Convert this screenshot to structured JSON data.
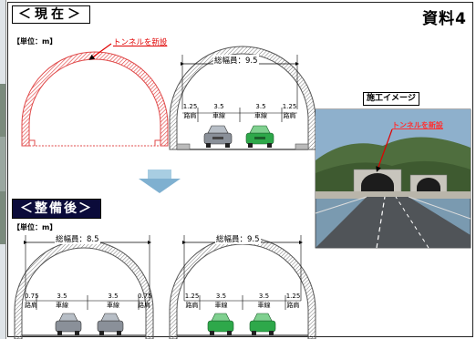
{
  "header": {
    "current_label": "＜現在＞",
    "after_label": "＜整備後＞",
    "doc_label": "資料4",
    "unit_label": "【単位：m】"
  },
  "current": {
    "new_tunnel_note": "トンネルを新設",
    "existing_total": "総幅員：9.5",
    "lanes": [
      {
        "width": "1.25",
        "name": "路肩"
      },
      {
        "width": "3.5",
        "name": "車線"
      },
      {
        "width": "3.5",
        "name": "車線"
      },
      {
        "width": "1.25",
        "name": "路肩"
      }
    ]
  },
  "after": {
    "left_total": "総幅員：8.5",
    "right_total": "総幅員：9.5",
    "left_lanes": [
      {
        "width": "0.75",
        "name": "路肩"
      },
      {
        "width": "3.5",
        "name": "車線"
      },
      {
        "width": "3.5",
        "name": "車線"
      },
      {
        "width": "0.75",
        "name": "路肩"
      }
    ],
    "right_lanes": [
      {
        "width": "1.25",
        "name": "路肩"
      },
      {
        "width": "3.5",
        "name": "車線"
      },
      {
        "width": "3.5",
        "name": "車線"
      },
      {
        "width": "1.25",
        "name": "路肩"
      }
    ]
  },
  "construction_image": {
    "title": "施工イメージ",
    "note": "トンネルを新設"
  },
  "colors": {
    "new_tunnel": "#e04848",
    "existing_tunnel": "#666666",
    "annotation_red": "#e00000",
    "header_dark": "#0b0b3a",
    "arrow": "#7fb0d0",
    "car_gray": "#8a9099",
    "car_green": "#2ea84a"
  }
}
